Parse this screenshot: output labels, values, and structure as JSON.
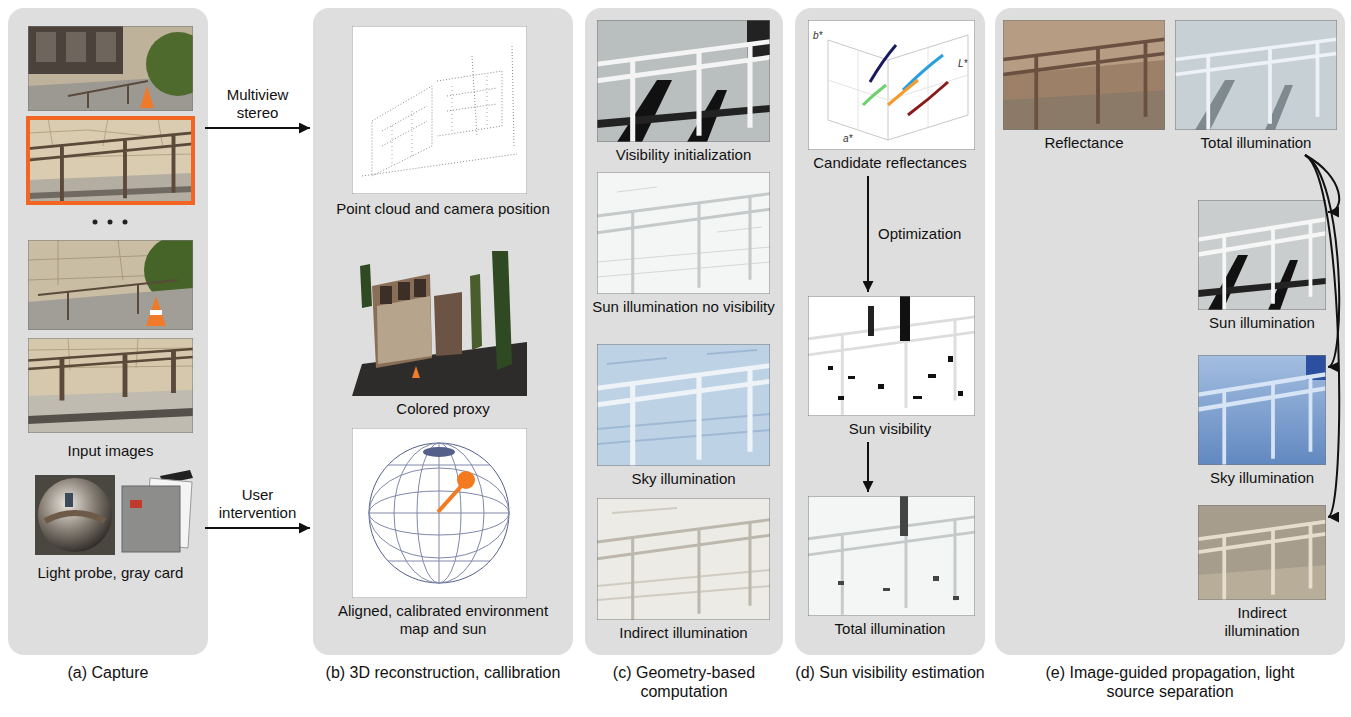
{
  "diagram": {
    "nodes": [
      {
        "text": [
          "(a) Capture"
        ]
      },
      {
        "text": [
          "Input images"
        ],
        "in": 0
      },
      {
        "text": [
          "Light probe, gray card"
        ],
        "in": 0
      },
      {
        "text": [
          "(b) 3D reconstruction, callibration"
        ]
      },
      {
        "text": [
          "Point cloud and camera position"
        ],
        "in": 3
      },
      {
        "text": [
          "Colored proxy"
        ],
        "in": 3
      },
      {
        "text": [
          "Aligned, calibrated environment map and sun"
        ],
        "in": 3
      },
      {
        "text": [
          "(c) Geometry-based computation"
        ]
      },
      {
        "text": [
          "Visibility initialization"
        ],
        "in": 7
      },
      {
        "text": [
          "Sun illumination no visibility"
        ],
        "in": 7
      },
      {
        "text": [
          "Sky illumination"
        ],
        "in": 7
      },
      {
        "text": [
          "Indirect illumination"
        ],
        "in": 7
      },
      {
        "text": [
          "(d) Sun visibility estimation"
        ]
      },
      {
        "text": [
          "Candidate reflectances"
        ],
        "in": 12
      },
      {
        "text": [
          "Sun visibility"
        ],
        "in": 12
      },
      {
        "text": [
          "Total illumination"
        ],
        "in": 12
      },
      {
        "text": [
          "(e) Image-guided propagation, light source separation"
        ]
      },
      {
        "text": [
          "Reflectance"
        ],
        "in": 16
      },
      {
        "text": [
          "Total illumination"
        ],
        "in": 16
      },
      {
        "text": [
          "Sun illumination"
        ],
        "in": 16
      },
      {
        "text": [
          "Sky illumination"
        ],
        "in": 16
      },
      {
        "text": [
          "Indirect illumination"
        ],
        "in": 16
      }
    ],
    "edges": [
      {
        "from": 1,
        "to": 3,
        "arrow": "to",
        "label": "Multiview stereo"
      },
      {
        "from": 2,
        "to": 3,
        "arrow": "to",
        "label": "User intervention"
      },
      {
        "from": 13,
        "to": 14,
        "arrow": "to",
        "label": "Optimization"
      },
      {
        "from": 14,
        "to": 15,
        "arrow": "to"
      },
      {
        "from": 18,
        "to": 19,
        "arrow": "to"
      },
      {
        "from": 18,
        "to": 20,
        "arrow": "to"
      },
      {
        "from": 18,
        "to": 21,
        "arrow": "to"
      }
    ],
    "labels": [
      "b*",
      "a*",
      "L*"
    ]
  }
}
